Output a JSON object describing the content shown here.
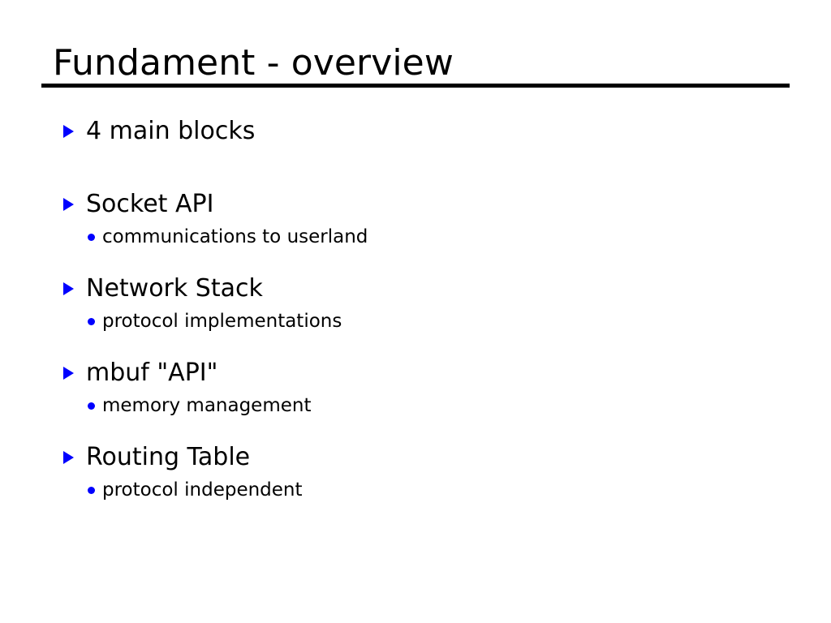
{
  "slide": {
    "title": "Fundament - overview",
    "background_color": "#ffffff",
    "title_color": "#000000",
    "rule_color": "#000000",
    "bullet_marker_color": "#0000ff",
    "body_text_color": "#000000",
    "level1_marker_icon": "triangle-right-icon",
    "level2_marker_icon": "bullet-dot-icon"
  },
  "bullets": [
    {
      "label": "4 main blocks",
      "children": []
    },
    {
      "label": "Socket API",
      "children": [
        {
          "label": "communications to userland"
        }
      ]
    },
    {
      "label": "Network Stack",
      "children": [
        {
          "label": "protocol implementations"
        }
      ]
    },
    {
      "label": "mbuf \"API\"",
      "children": [
        {
          "label": "memory management"
        }
      ]
    },
    {
      "label": "Routing Table",
      "children": [
        {
          "label": "protocol independent"
        }
      ]
    }
  ]
}
